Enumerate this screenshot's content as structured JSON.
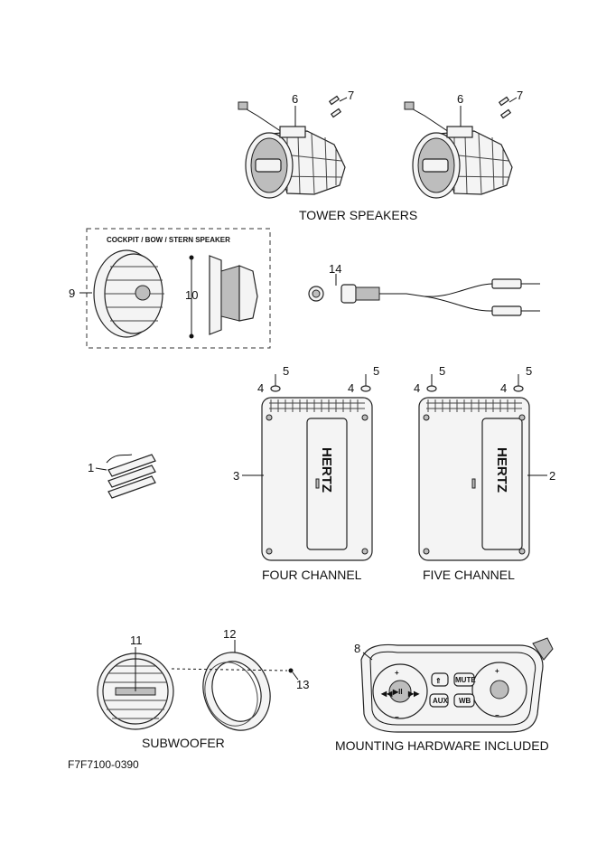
{
  "callouts": {
    "c1": "1",
    "c2": "2",
    "c3": "3",
    "c4a": "4",
    "c4b": "4",
    "c4c": "4",
    "c4d": "4",
    "c5a": "5",
    "c5b": "5",
    "c5c": "5",
    "c5d": "5",
    "c6a": "6",
    "c6b": "6",
    "c7a": "7",
    "c7b": "7",
    "c8": "8",
    "c9": "9",
    "c10": "10",
    "c11": "11",
    "c12": "12",
    "c13": "13",
    "c14": "14"
  },
  "captions": {
    "tower_speakers": "TOWER SPEAKERS",
    "cockpit_speaker": "COCKPIT / BOW / STERN SPEAKER",
    "four_channel": "FOUR CHANNEL",
    "five_channel": "FIVE CHANNEL",
    "subwoofer": "SUBWOOFER",
    "mounting_hardware": "MOUNTING HARDWARE INCLUDED"
  },
  "brand_logo": "HERTZ",
  "remote_buttons": {
    "aux": "AUX",
    "wb": "WB",
    "mute": "MUTE",
    "play": "▶II"
  },
  "part_code": "F7F7100-0390"
}
